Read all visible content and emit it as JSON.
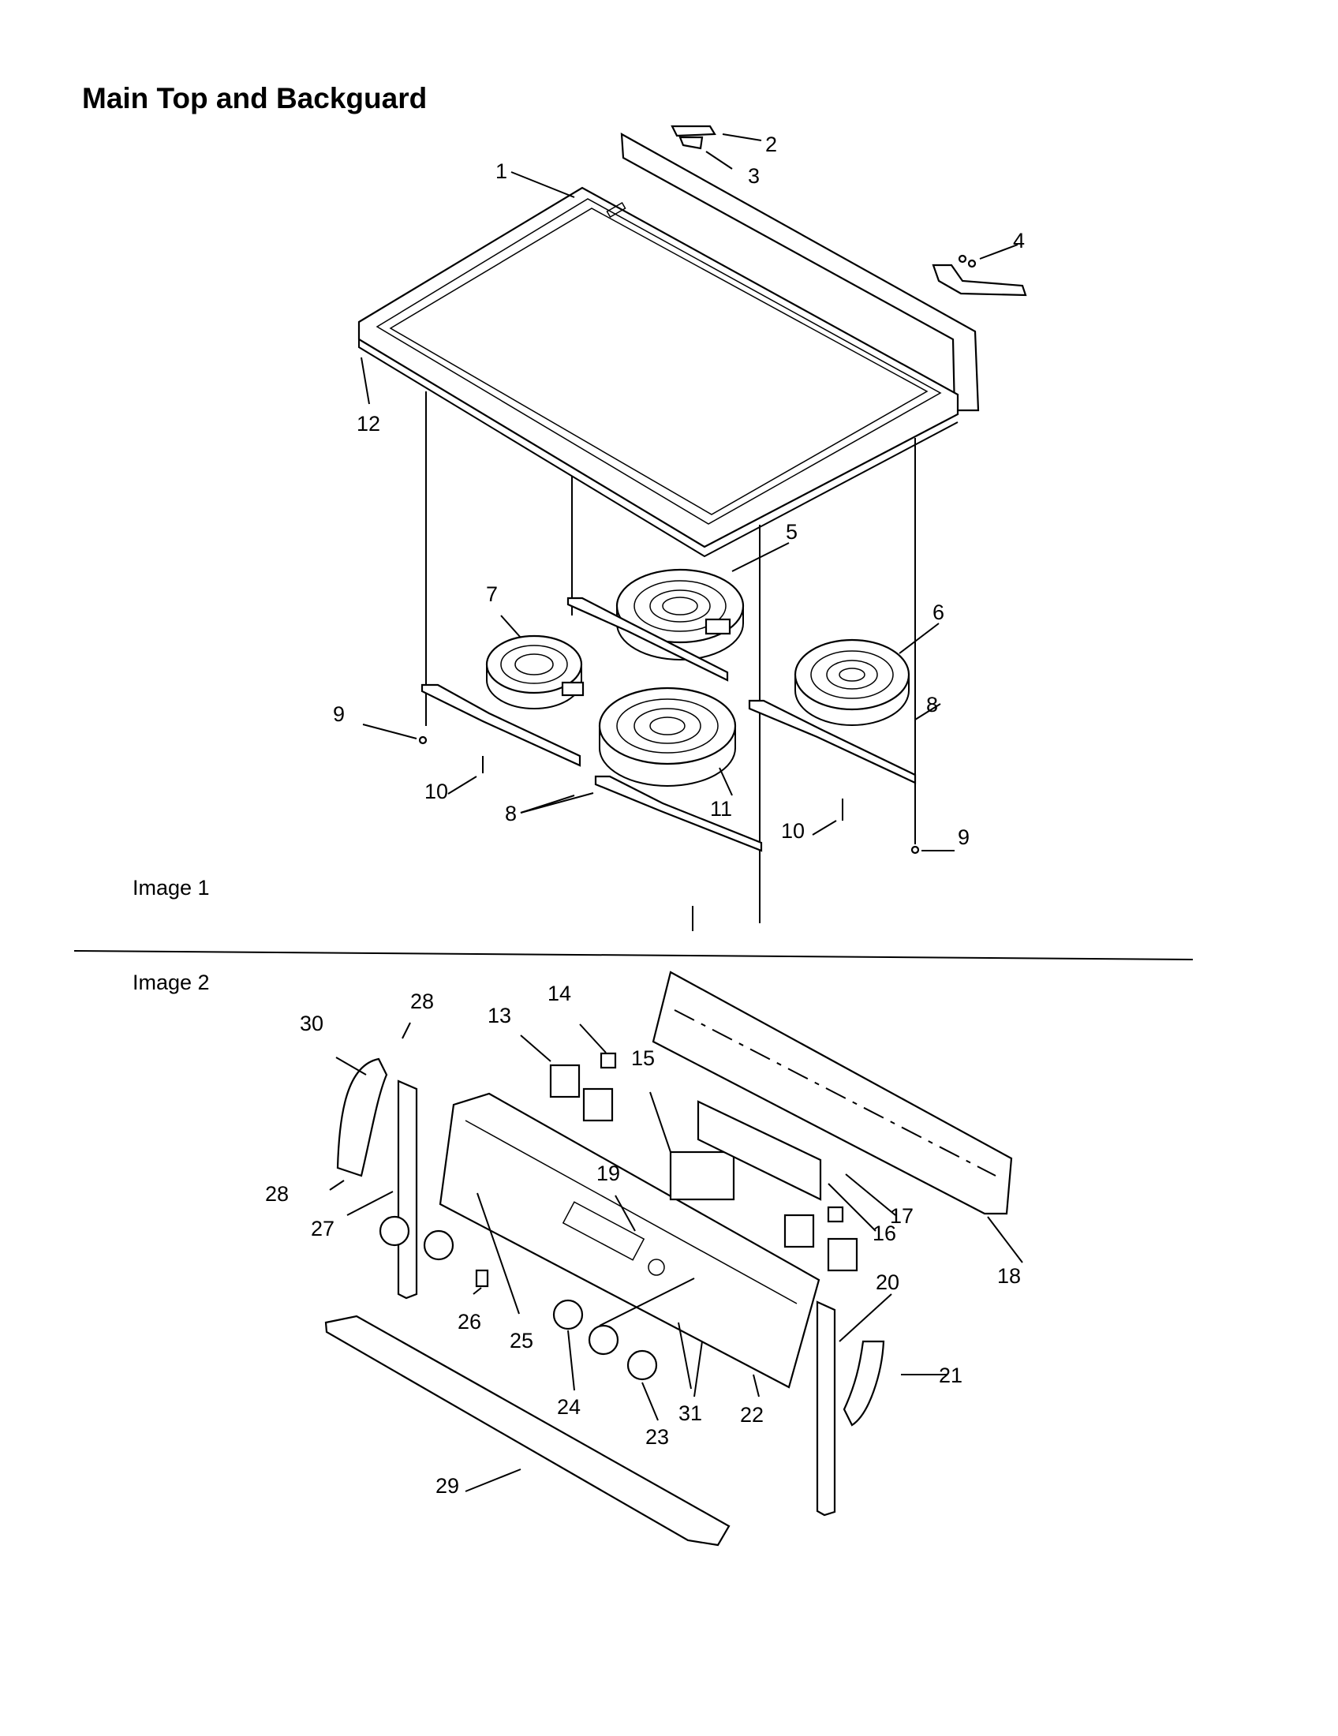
{
  "title": "Main Top and Backguard",
  "image_labels": [
    "Image 1",
    "Image 2"
  ],
  "callouts": {
    "c1": "1",
    "c2": "2",
    "c3": "3",
    "c4": "4",
    "c5": "5",
    "c6": "6",
    "c7": "7",
    "c8a": "8",
    "c8b": "8",
    "c9a": "9",
    "c9b": "9",
    "c10a": "10",
    "c10b": "10",
    "c11": "11",
    "c12": "12",
    "c13": "13",
    "c14": "14",
    "c15": "15",
    "c16": "16",
    "c17": "17",
    "c18": "18",
    "c19": "19",
    "c20": "20",
    "c21": "21",
    "c22": "22",
    "c23": "23",
    "c24": "24",
    "c25": "25",
    "c26": "26",
    "c27": "27",
    "c28a": "28",
    "c28b": "28",
    "c29": "29",
    "c30": "30",
    "c31": "31"
  }
}
